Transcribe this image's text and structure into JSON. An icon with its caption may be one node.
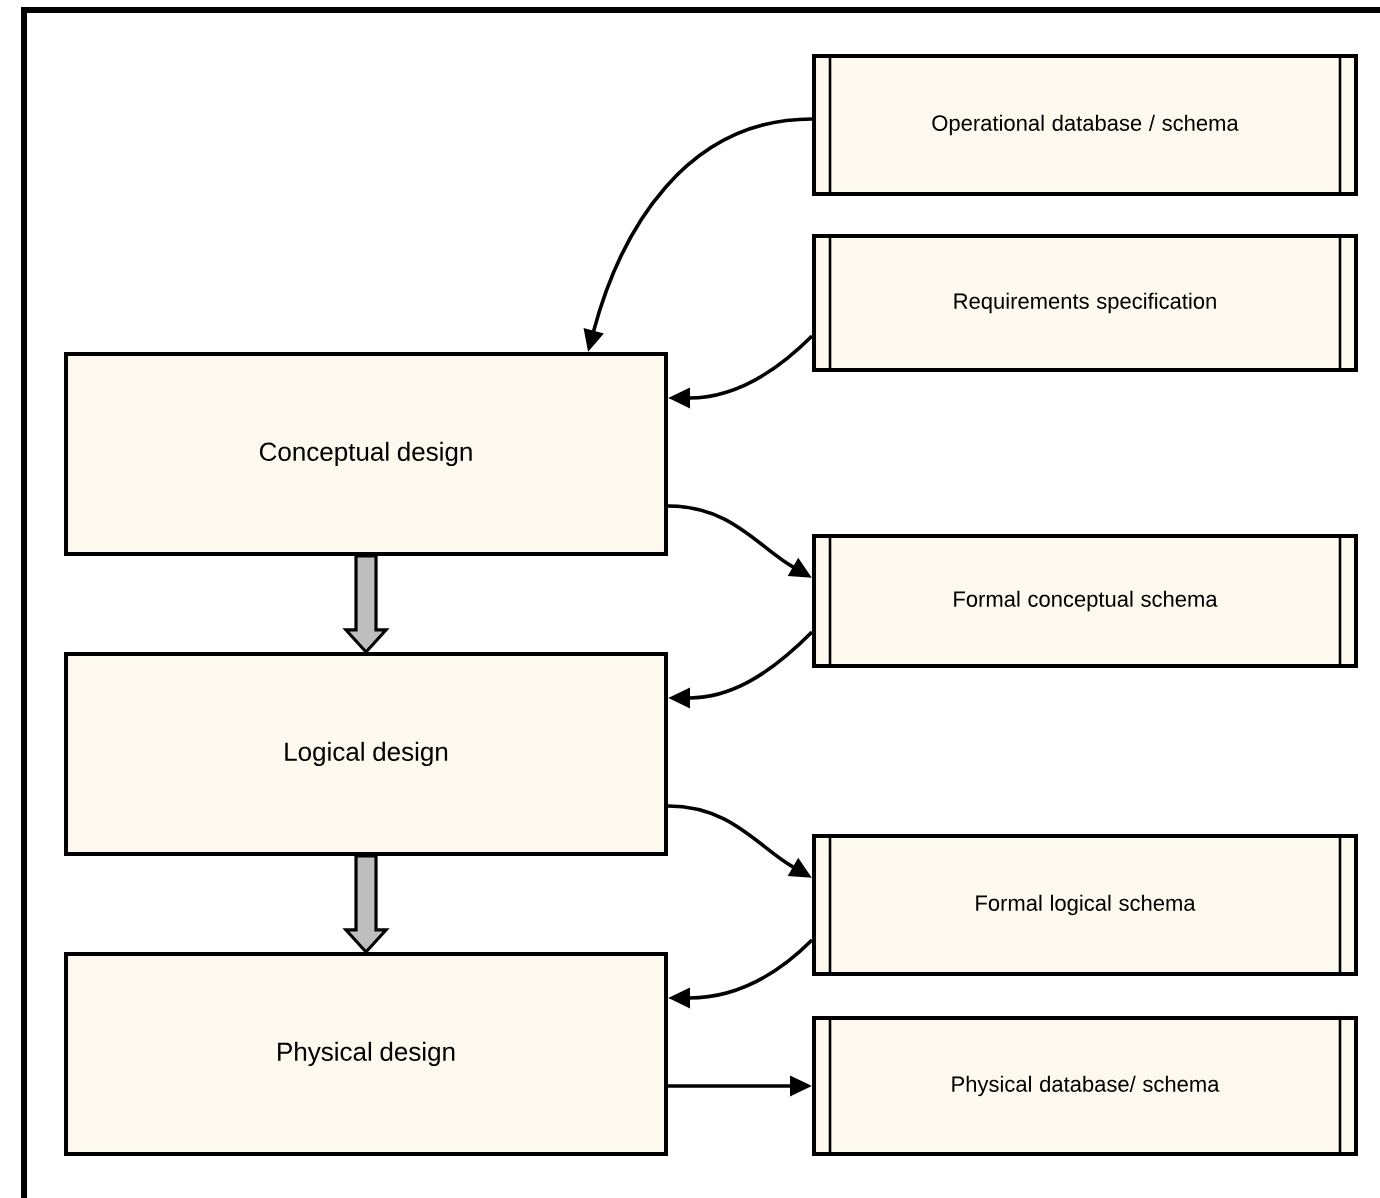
{
  "diagram": {
    "nodes": [
      {
        "text": [
          "Conceptual design"
        ]
      },
      {
        "text": [
          "Logical design"
        ]
      },
      {
        "text": [
          "Physical design"
        ]
      },
      {
        "text": [
          "Operational database / schema"
        ]
      },
      {
        "text": [
          "Requirements specification"
        ]
      },
      {
        "text": [
          "Formal conceptual schema"
        ]
      },
      {
        "text": [
          "Formal logical schema"
        ]
      },
      {
        "text": [
          "Physical database/ schema"
        ]
      }
    ],
    "edges": [
      {
        "from": 3,
        "to": 0,
        "arrow": "to"
      },
      {
        "from": 4,
        "to": 0,
        "arrow": "to"
      },
      {
        "from": 0,
        "to": 5,
        "arrow": "to"
      },
      {
        "from": 5,
        "to": 1,
        "arrow": "to"
      },
      {
        "from": 1,
        "to": 6,
        "arrow": "to"
      },
      {
        "from": 6,
        "to": 2,
        "arrow": "to"
      },
      {
        "from": 2,
        "to": 7,
        "arrow": "to"
      },
      {
        "from": 0,
        "to": 1,
        "arrow": "to",
        "style": "thick"
      },
      {
        "from": 1,
        "to": 2,
        "arrow": "to",
        "style": "thick"
      }
    ]
  }
}
